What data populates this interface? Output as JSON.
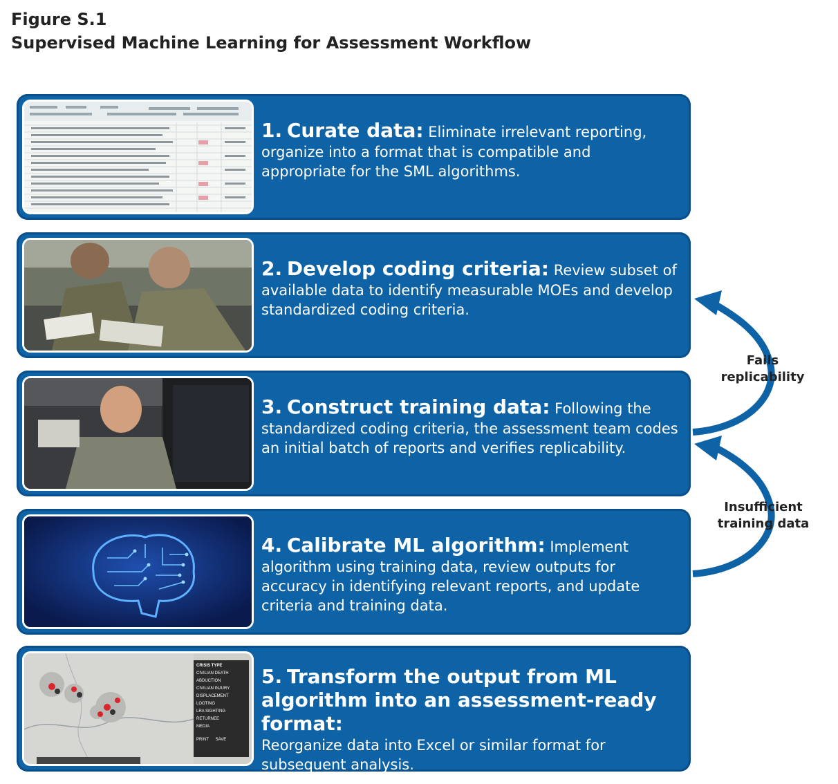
{
  "figure": {
    "label": "Figure S.1",
    "title": "Supervised Machine Learning for Assessment Workflow"
  },
  "steps": [
    {
      "number": "1.",
      "heading": "Curate data:",
      "body": "Eliminate irrelevant reporting, organize into a format that is compatible and appropriate for the SML algorithms."
    },
    {
      "number": "2.",
      "heading": "Develop coding criteria:",
      "body": "Review subset of available data to identify measurable MOEs and develop standardized coding criteria."
    },
    {
      "number": "3.",
      "heading": "Construct training data:",
      "body": "Following the standardized coding criteria, the assessment team codes an initial batch of reports and verifies replicability."
    },
    {
      "number": "4.",
      "heading": "Calibrate ML algorithm:",
      "body": "Implement algorithm using training data, review outputs for accuracy in identifying relevant reports, and update criteria and training data."
    },
    {
      "number": "5.",
      "heading": "Transform the output from ML algorithm into an assessment-ready format:",
      "body": "Reorganize data into Excel or similar format for subsequent analysis."
    }
  ],
  "loops": [
    {
      "line1": "Fails",
      "line2": "replicability"
    },
    {
      "line1": "Insufficient",
      "line2": "training data"
    }
  ],
  "map_legend": {
    "title": "CRISIS TYPE",
    "items": [
      "CIVILIAN DEATH",
      "ABDUCTION",
      "CIVILIAN INJURY",
      "DISPLACEMENT",
      "LOOTING",
      "LRA SIGHTING",
      "RETURNEE",
      "MEDIA"
    ],
    "buttons": [
      "PRINT",
      "SAVE"
    ]
  },
  "colors": {
    "box": "#0e62a6",
    "arrow": "#0e62a6"
  }
}
